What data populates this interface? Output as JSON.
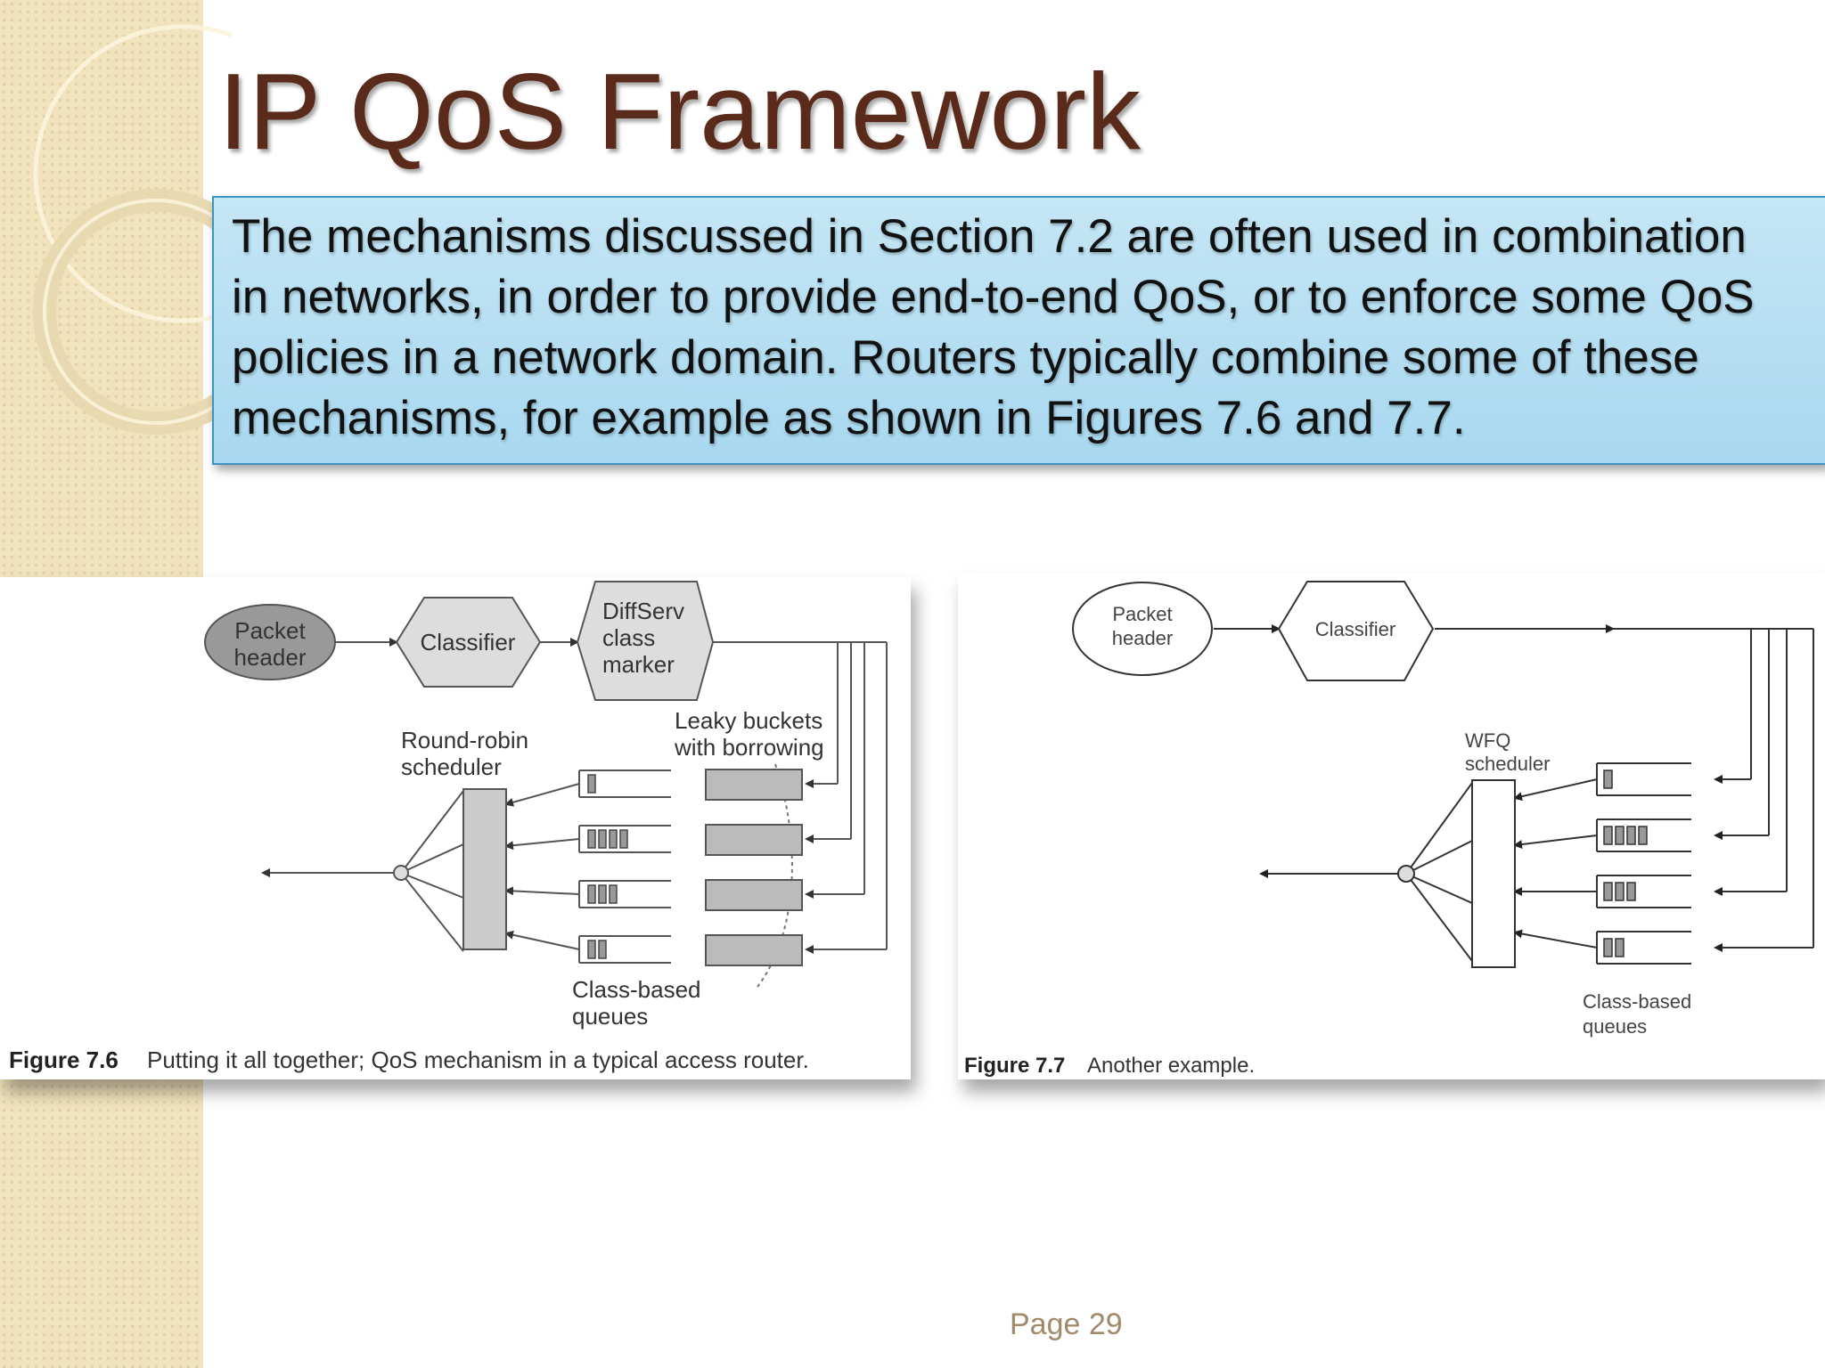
{
  "slide": {
    "title": "IP QoS Framework",
    "body": "The mechanisms discussed in Section 7.2 are often used in combination in networks, in order to provide end-to-end QoS, or to enforce some QoS policies in a network domain. Routers typically combine some of these mechanisms, for example as shown in Figures 7.6 and 7.7.",
    "page": "Page 29"
  },
  "figure1": {
    "packet_header": [
      "Packet",
      "header"
    ],
    "classifier": "Classifier",
    "diffserv": [
      "DiffServ",
      "class",
      "marker"
    ],
    "scheduler": [
      "Round-robin",
      "scheduler"
    ],
    "leaky": [
      "Leaky buckets",
      "with borrowing"
    ],
    "queues": [
      "Class-based",
      "queues"
    ],
    "caption_label": "Figure 7.6",
    "caption_text": "Putting it all together; QoS mechanism in a typical access router."
  },
  "figure2": {
    "packet_header": [
      "Packet",
      "header"
    ],
    "classifier": "Classifier",
    "scheduler": [
      "WFQ",
      "scheduler"
    ],
    "queues": [
      "Class-based",
      "queues"
    ],
    "caption_label": "Figure 7.7",
    "caption_text": "Another example."
  },
  "colors": {
    "title": "#5a2a1a",
    "box_fill": "#b3def2",
    "box_border": "#3f93bf",
    "sidebar": "#f1e3be"
  }
}
